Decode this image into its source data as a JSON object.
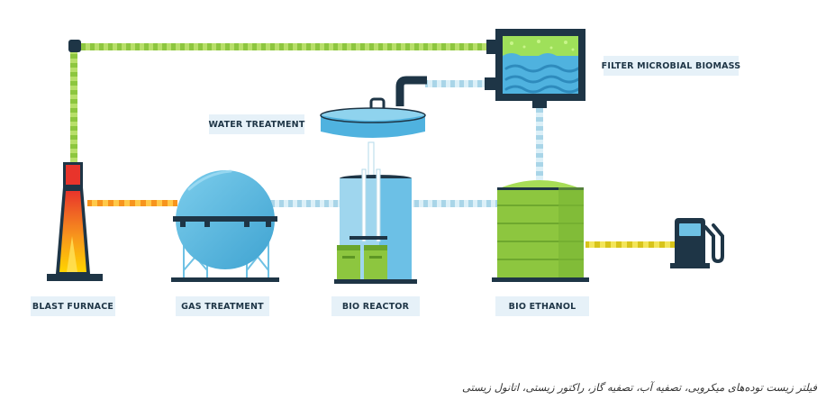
{
  "labels": {
    "blast_furnace": "BLAST FURNACE",
    "gas_treatment": "GAS TREATMENT",
    "water_treatment": "WATER TREATMENT",
    "bio_reactor": "BIO REACTOR",
    "bio_ethanol": "BIO ETHANOL",
    "filter_microbial_biomass": "FILTER MICROBIAL BIOMASS"
  },
  "caption": "فیلتر زیست توده‌های میکروبی، تصفیه آب، تصفیه گاز، راکتور زیستی، اتانول زیستی",
  "colors": {
    "navy": "#1e3546",
    "label_bg": "#e6f1f8",
    "pipe_green": "#8dc63f",
    "pipe_gas": "#b3d9ea",
    "pipe_fire": "#f7941d",
    "pipe_fuel": "#f2c811",
    "tank_blue": "#57b7e0",
    "tank_green": "#8dc63f",
    "flame_red": "#e8342b",
    "flame_yellow": "#ffd400"
  },
  "icons": [
    "fuel-pump-icon",
    "blast-furnace-icon",
    "gas-sphere-icon",
    "water-treatment-basin-icon",
    "bio-reactor-tank-icon",
    "bio-ethanol-tank-icon",
    "filter-tank-icon"
  ]
}
